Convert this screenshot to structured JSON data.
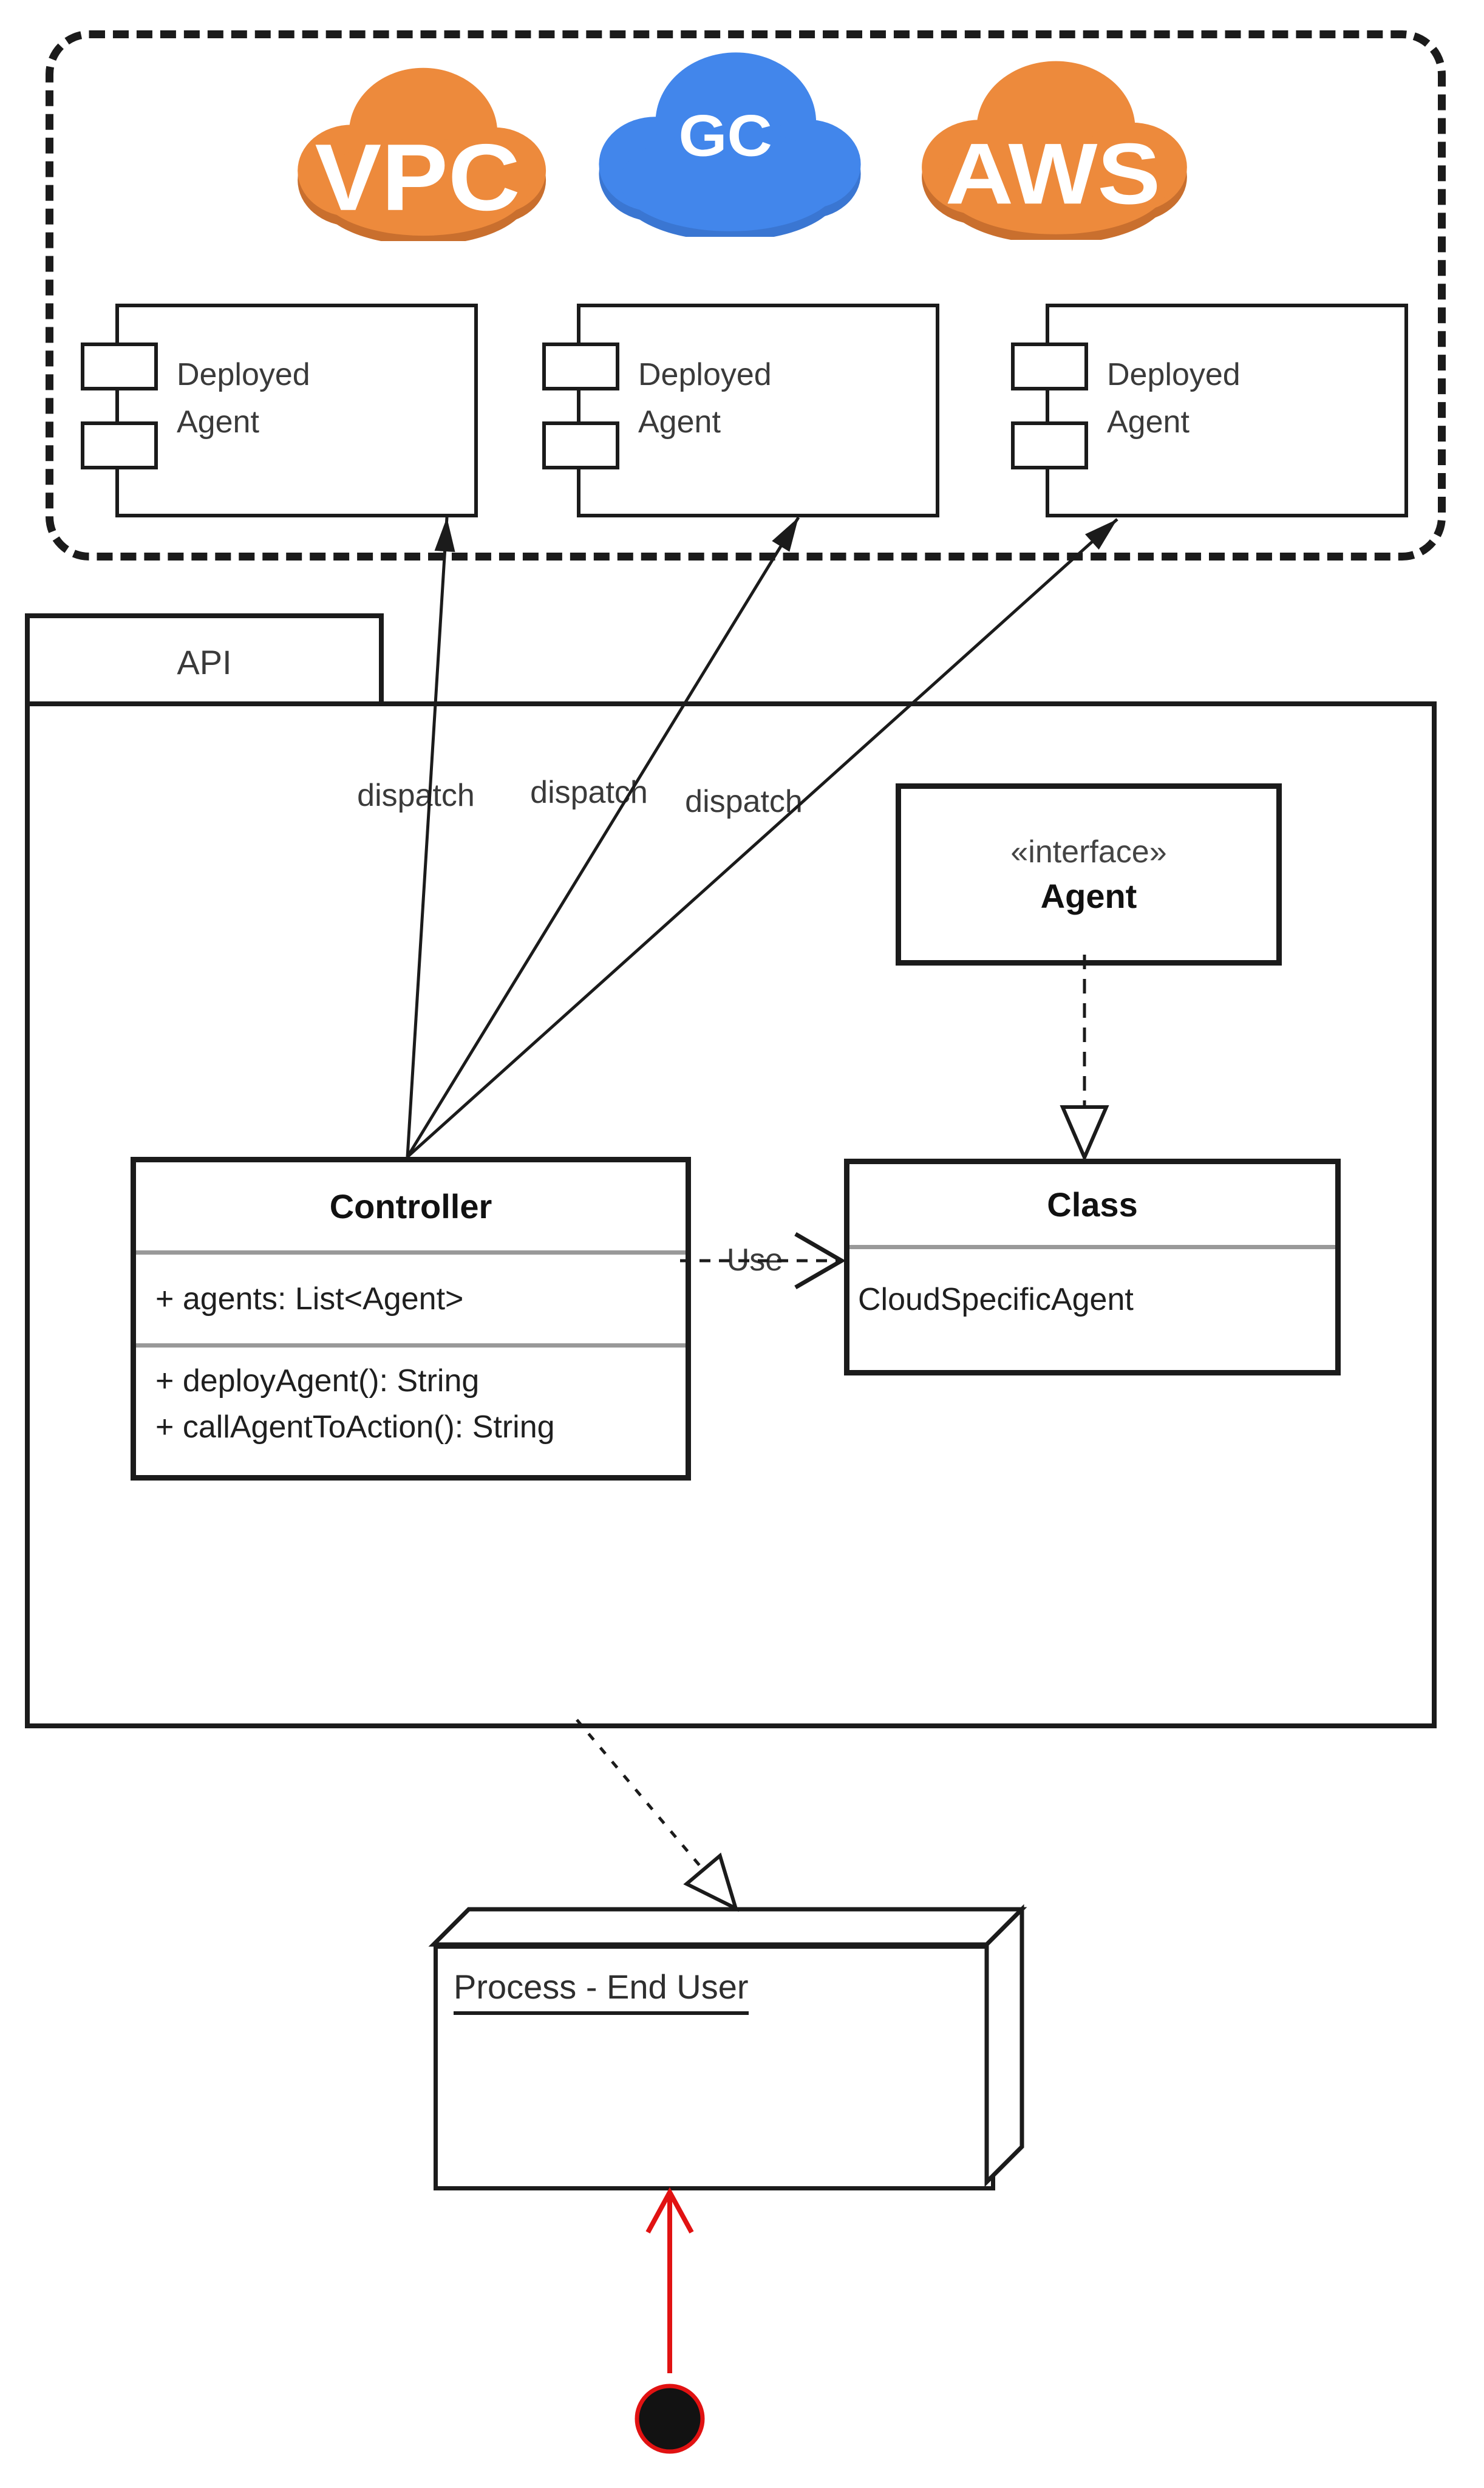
{
  "zone": {
    "clouds": [
      {
        "label": "VPC",
        "fill": "#ED8A3C",
        "shadow": "#C96F2E"
      },
      {
        "label": "GC",
        "fill": "#4286EB",
        "shadow": "#3A76D2"
      },
      {
        "label": "AWS",
        "fill": "#ED8A3C",
        "shadow": "#C96F2E"
      }
    ],
    "components": [
      {
        "label": "Deployed Agent"
      },
      {
        "label": "Deployed Agent"
      },
      {
        "label": "Deployed Agent"
      }
    ]
  },
  "api": {
    "label": "API"
  },
  "connections": {
    "dispatch_labels": [
      "dispatch",
      "dispatch",
      "dispatch"
    ],
    "use_label": "Use"
  },
  "interface_box": {
    "stereotype": "«interface»",
    "name": "Agent"
  },
  "controller": {
    "title": "Controller",
    "attributes": [
      "+ agents: List<Agent>"
    ],
    "methods": [
      "+ deployAgent(): String",
      "+ callAgentToAction(): String"
    ]
  },
  "class_box": {
    "title": "Class",
    "body": "CloudSpecificAgent"
  },
  "process_node": {
    "label": "Process - End User"
  },
  "colors": {
    "line": "#1b1b1b",
    "separator": "#999999",
    "red": "#E11212",
    "orange": "#ED8A3C",
    "blue": "#4286EB",
    "text": "#1f1f1f",
    "text_dim": "#3a3a3a"
  }
}
